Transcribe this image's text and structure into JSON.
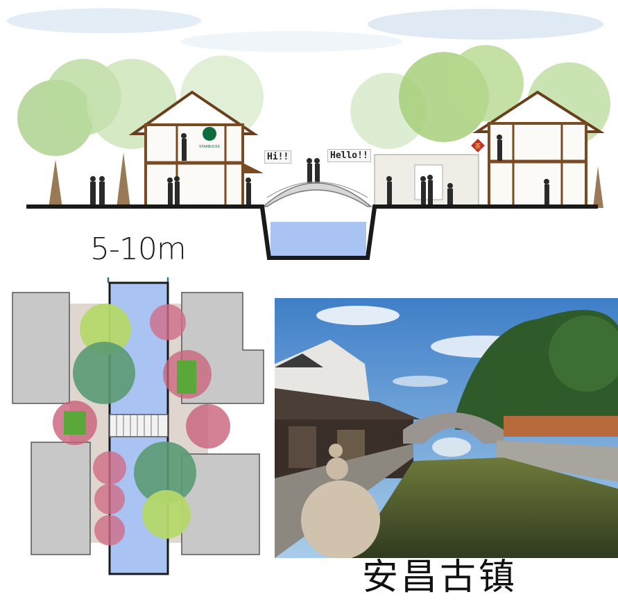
{
  "section": {
    "speech_left": "Hi!!",
    "speech_right": "Hello!!",
    "left_shop_sign": "STARBUCKS",
    "right_shop_sign": "茶"
  },
  "plan": {
    "canal_width_label": "5-10m"
  },
  "photo": {
    "caption": "安昌古镇"
  },
  "colors": {
    "water": "#a9c4f2",
    "timber": "#7a4a22",
    "ground": "#1a1a1a",
    "building_plan": "#c8c8c8",
    "tree_green": "#5aa83a",
    "tree_pink": "#c9607a"
  }
}
